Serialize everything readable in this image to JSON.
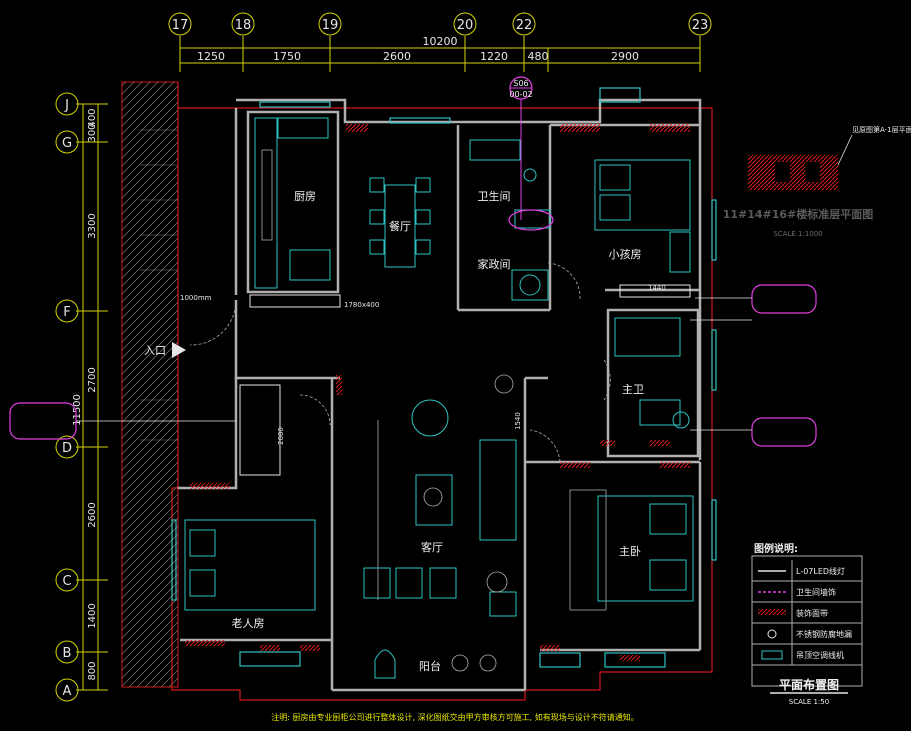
{
  "grid_top": {
    "labels": [
      "17",
      "18",
      "19",
      "20",
      "22",
      "23"
    ],
    "dims": [
      "1250",
      "1750",
      "2600",
      "1220",
      "480",
      "2900"
    ],
    "total": "10200"
  },
  "grid_left": {
    "labels": [
      "J",
      "G",
      "F",
      "D",
      "C",
      "B",
      "A"
    ],
    "dims": [
      "400",
      "300",
      "3300",
      "2700",
      "2600",
      "1400",
      "800"
    ],
    "total": "11500"
  },
  "rooms": {
    "kitchen": "厨房",
    "dining": "餐厅",
    "bath_small": "卫生间",
    "utility": "家政间",
    "child_room": "小孩房",
    "master_bath": "主卫",
    "living": "客厅",
    "master_bedroom": "主卧",
    "elder_room": "老人房",
    "balcony": "阳台"
  },
  "labels": {
    "entrance": "入口",
    "section_tag_top": "S06",
    "section_tag_bottom": "00-02",
    "dim_1780": "1780x400",
    "dim_1000": "1000mm",
    "dim_1440": "1440",
    "dim_2080": "2080",
    "dim_1540": "1540"
  },
  "detail": {
    "note_text": "见原图第A-1层平面图",
    "title": "11#14#16#楼标准层平面图",
    "scale": "SCALE 1:1000"
  },
  "legend": {
    "heading": "图例说明:",
    "items": [
      "L-07LED线灯",
      "卫生间墙饰",
      "装饰面带",
      "不锈钢防腐地漏",
      "吊顶空调线机"
    ]
  },
  "title_block": {
    "title": "平面布置图",
    "scale": "SCALE 1:50"
  },
  "footnote": "注明: 厨房由专业厨柜公司进行整体设计, 深化图纸交由甲方审核方可施工, 如有现场与设计不符请通知。",
  "colors": {
    "wall": "#b0b0b0",
    "hatch": "#d11a1a",
    "grid": "#d4d400",
    "furniture": "#2ec2c2",
    "callout": "#e040e0",
    "text": "#f0f0f0"
  }
}
